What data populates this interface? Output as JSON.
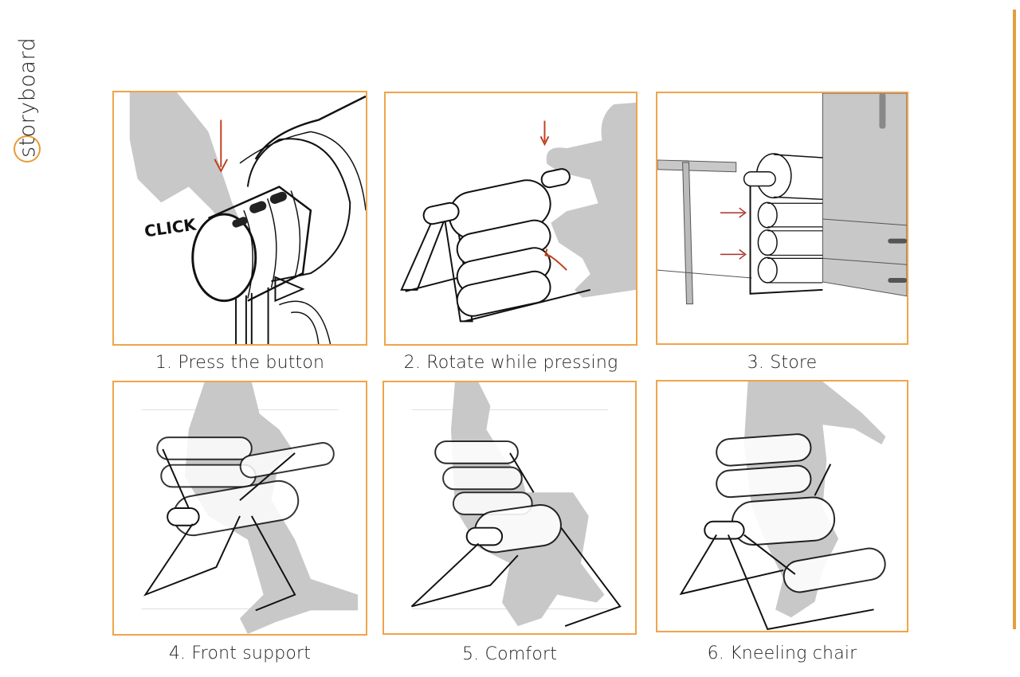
{
  "page": {
    "side_title": "storyboard",
    "accent_color": "#E89A34",
    "arrow_color": "#C0401E"
  },
  "panels": [
    {
      "step": 1,
      "caption": "1. Press the button",
      "annotation": "CLICK",
      "illustration": "finger pressing button on roller end-cap"
    },
    {
      "step": 2,
      "caption": "2. Rotate while pressing",
      "illustration": "hands rotating stacked rollers on folding frame"
    },
    {
      "step": 3,
      "caption": "3. Store",
      "illustration": "folded roller chair slid between desk and cabinet"
    },
    {
      "step": 4,
      "caption": "4. Front support",
      "illustration": "person leaning on front-support configuration"
    },
    {
      "step": 5,
      "caption": "5. Comfort",
      "illustration": "person seated on reclined roller chair"
    },
    {
      "step": 6,
      "caption": "6. Kneeling chair",
      "illustration": "person kneeling on kneeling-chair configuration"
    }
  ]
}
